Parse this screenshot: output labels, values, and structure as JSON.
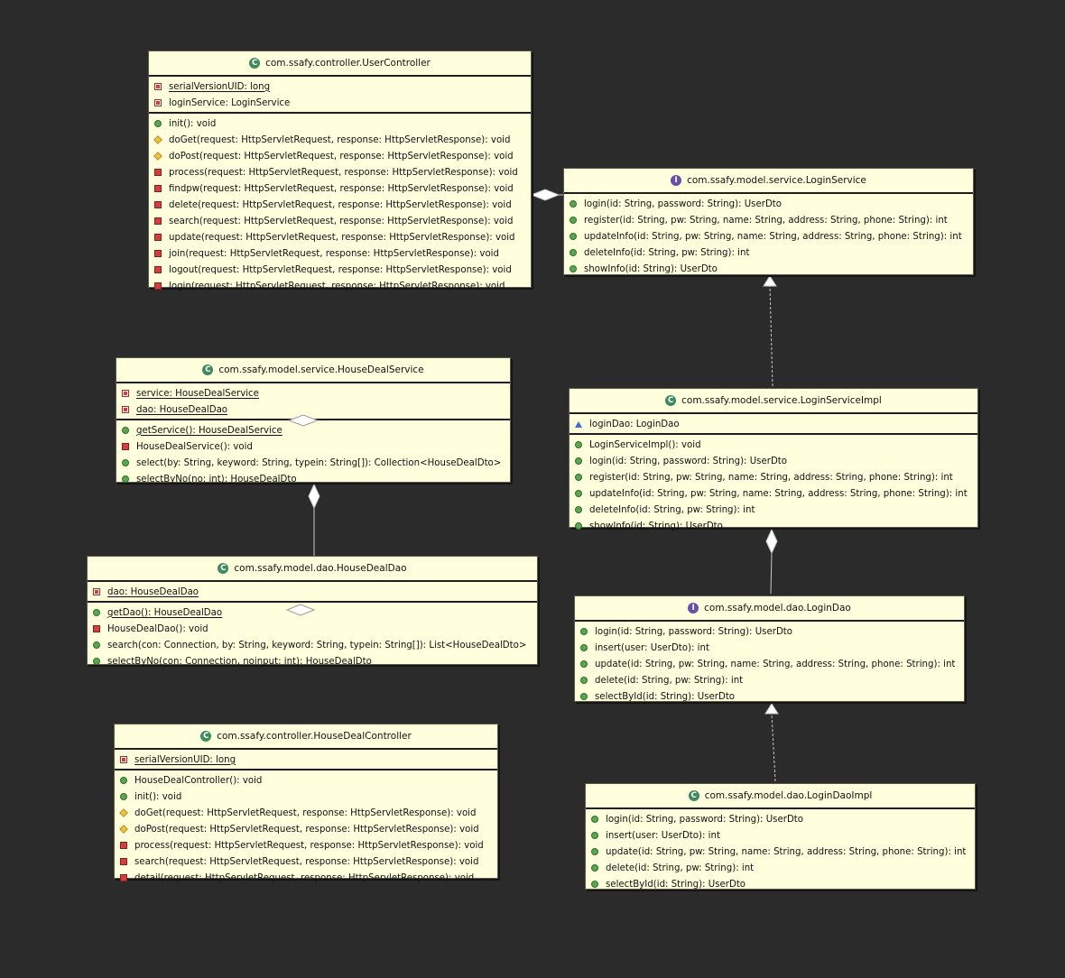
{
  "diagram": {
    "classes": [
      {
        "id": "user-controller",
        "kind": "class",
        "kind_glyph": "C",
        "name": "com.ssafy.controller.UserController",
        "fields": [
          {
            "vis": "private",
            "text": "serialVersionUID: long",
            "static": true
          },
          {
            "vis": "private",
            "text": "loginService: LoginService",
            "static": false
          }
        ],
        "methods": [
          {
            "vis": "public",
            "text": "init(): void",
            "static": false
          },
          {
            "vis": "protected",
            "text": "doGet(request: HttpServletRequest, response: HttpServletResponse): void",
            "static": false
          },
          {
            "vis": "protected",
            "text": "doPost(request: HttpServletRequest, response: HttpServletResponse): void",
            "static": false
          },
          {
            "vis": "private",
            "text": "process(request: HttpServletRequest, response: HttpServletResponse): void",
            "static": false
          },
          {
            "vis": "private",
            "text": "findpw(request: HttpServletRequest, response: HttpServletResponse): void",
            "static": false
          },
          {
            "vis": "private",
            "text": "delete(request: HttpServletRequest, response: HttpServletResponse): void",
            "static": false
          },
          {
            "vis": "private",
            "text": "search(request: HttpServletRequest, response: HttpServletResponse): void",
            "static": false
          },
          {
            "vis": "private",
            "text": "update(request: HttpServletRequest, response: HttpServletResponse): void",
            "static": false
          },
          {
            "vis": "private",
            "text": "join(request: HttpServletRequest, response: HttpServletResponse): void",
            "static": false
          },
          {
            "vis": "private",
            "text": "logout(request: HttpServletRequest, response: HttpServletResponse): void",
            "static": false
          },
          {
            "vis": "private",
            "text": "login(request: HttpServletRequest, response: HttpServletResponse): void",
            "static": false
          }
        ]
      },
      {
        "id": "login-service",
        "kind": "interface",
        "kind_glyph": "I",
        "name": "com.ssafy.model.service.LoginService",
        "fields": [],
        "methods": [
          {
            "vis": "public",
            "text": "login(id: String, password: String): UserDto",
            "static": false
          },
          {
            "vis": "public",
            "text": "register(id: String, pw: String, name: String, address: String, phone: String): int",
            "static": false
          },
          {
            "vis": "public",
            "text": "updateInfo(id: String, pw: String, name: String, address: String, phone: String): int",
            "static": false
          },
          {
            "vis": "public",
            "text": "deleteInfo(id: String, pw: String): int",
            "static": false
          },
          {
            "vis": "public",
            "text": "showInfo(id: String): UserDto",
            "static": false
          }
        ]
      },
      {
        "id": "house-deal-service",
        "kind": "class",
        "kind_glyph": "C",
        "name": "com.ssafy.model.service.HouseDealService",
        "fields": [
          {
            "vis": "private",
            "text": "service: HouseDealService",
            "static": true
          },
          {
            "vis": "private",
            "text": "dao: HouseDealDao",
            "static": true
          }
        ],
        "methods": [
          {
            "vis": "public",
            "text": "getService(): HouseDealService",
            "static": true
          },
          {
            "vis": "private",
            "text": "HouseDealService(): void",
            "static": false
          },
          {
            "vis": "public",
            "text": "select(by: String, keyword: String, typein: String[]): Collection<HouseDealDto>",
            "static": false
          },
          {
            "vis": "public",
            "text": "selectByNo(no: int): HouseDealDto",
            "static": false
          }
        ]
      },
      {
        "id": "login-service-impl",
        "kind": "class",
        "kind_glyph": "C",
        "name": "com.ssafy.model.service.LoginServiceImpl",
        "fields": [
          {
            "vis": "package",
            "text": "loginDao: LoginDao",
            "static": false
          }
        ],
        "methods": [
          {
            "vis": "public",
            "text": "LoginServiceImpl(): void",
            "static": false
          },
          {
            "vis": "public",
            "text": "login(id: String, password: String): UserDto",
            "static": false
          },
          {
            "vis": "public",
            "text": "register(id: String, pw: String, name: String, address: String, phone: String): int",
            "static": false
          },
          {
            "vis": "public",
            "text": "updateInfo(id: String, pw: String, name: String, address: String, phone: String): int",
            "static": false
          },
          {
            "vis": "public",
            "text": "deleteInfo(id: String, pw: String): int",
            "static": false
          },
          {
            "vis": "public",
            "text": "showInfo(id: String): UserDto",
            "static": false
          }
        ]
      },
      {
        "id": "house-deal-dao",
        "kind": "class",
        "kind_glyph": "C",
        "name": "com.ssafy.model.dao.HouseDealDao",
        "fields": [
          {
            "vis": "private",
            "text": "dao: HouseDealDao",
            "static": true
          }
        ],
        "methods": [
          {
            "vis": "public",
            "text": "getDao(): HouseDealDao",
            "static": true
          },
          {
            "vis": "private",
            "text": "HouseDealDao(): void",
            "static": false
          },
          {
            "vis": "public",
            "text": "search(con: Connection, by: String, keyword: String, typein: String[]): List<HouseDealDto>",
            "static": false
          },
          {
            "vis": "public",
            "text": "selectByNo(con: Connection, noinput: int): HouseDealDto",
            "static": false
          }
        ]
      },
      {
        "id": "login-dao",
        "kind": "interface",
        "kind_glyph": "I",
        "name": "com.ssafy.model.dao.LoginDao",
        "fields": [],
        "methods": [
          {
            "vis": "public",
            "text": "login(id: String, password: String): UserDto",
            "static": false
          },
          {
            "vis": "public",
            "text": "insert(user: UserDto): int",
            "static": false
          },
          {
            "vis": "public",
            "text": "update(id: String, pw: String, name: String, address: String, phone: String): int",
            "static": false
          },
          {
            "vis": "public",
            "text": "delete(id: String, pw: String): int",
            "static": false
          },
          {
            "vis": "public",
            "text": "selectById(id: String): UserDto",
            "static": false
          }
        ]
      },
      {
        "id": "house-deal-controller",
        "kind": "class",
        "kind_glyph": "C",
        "name": "com.ssafy.controller.HouseDealController",
        "fields": [
          {
            "vis": "private",
            "text": "serialVersionUID: long",
            "static": true
          }
        ],
        "methods": [
          {
            "vis": "public",
            "text": "HouseDealController(): void",
            "static": false
          },
          {
            "vis": "public",
            "text": "init(): void",
            "static": false
          },
          {
            "vis": "protected",
            "text": "doGet(request: HttpServletRequest, response: HttpServletResponse): void",
            "static": false
          },
          {
            "vis": "protected",
            "text": "doPost(request: HttpServletRequest, response: HttpServletResponse): void",
            "static": false
          },
          {
            "vis": "private",
            "text": "process(request: HttpServletRequest, response: HttpServletResponse): void",
            "static": false
          },
          {
            "vis": "private",
            "text": "search(request: HttpServletRequest, response: HttpServletResponse): void",
            "static": false
          },
          {
            "vis": "private",
            "text": "detail(request: HttpServletRequest, response: HttpServletResponse): void",
            "static": false
          }
        ]
      },
      {
        "id": "login-dao-impl",
        "kind": "class",
        "kind_glyph": "C",
        "name": "com.ssafy.model.dao.LoginDaoImpl",
        "fields": [],
        "methods": [
          {
            "vis": "public",
            "text": "login(id: String, password: String): UserDto",
            "static": false
          },
          {
            "vis": "public",
            "text": "insert(user: UserDto): int",
            "static": false
          },
          {
            "vis": "public",
            "text": "update(id: String, pw: String, name: String, address: String, phone: String): int",
            "static": false
          },
          {
            "vis": "public",
            "text": "delete(id: String, pw: String): int",
            "static": false
          },
          {
            "vis": "public",
            "text": "selectById(id: String): UserDto",
            "static": false
          }
        ]
      }
    ],
    "relations": [
      {
        "type": "aggregation",
        "from": "user-controller",
        "to": "login-service"
      },
      {
        "type": "realization",
        "from": "login-service-impl",
        "to": "login-service"
      },
      {
        "type": "composition",
        "from": "login-service-impl",
        "to": "login-dao"
      },
      {
        "type": "realization",
        "from": "login-dao-impl",
        "to": "login-dao"
      },
      {
        "type": "composition",
        "from": "house-deal-service",
        "to": "house-deal-dao"
      },
      {
        "type": "aggregation",
        "from": "house-deal-service",
        "to": "house-deal-service"
      },
      {
        "type": "aggregation",
        "from": "house-deal-dao",
        "to": "house-deal-dao"
      }
    ],
    "colors": {
      "background": "#2b2b2b",
      "class_fill": "#ffffdd",
      "line": "#c8c8c8",
      "public": "#5aa653",
      "private": "#d33e3e",
      "protected": "#f2c23c",
      "package": "#3a6fd0"
    }
  }
}
